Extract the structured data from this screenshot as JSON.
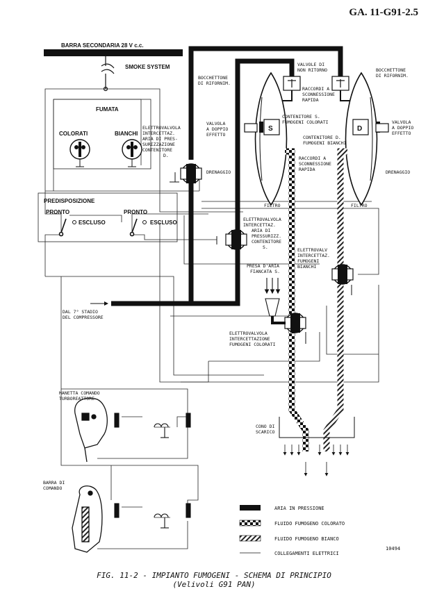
{
  "header": {
    "doc_code": "GA. 11-G91-2.5"
  },
  "labels": {
    "barra_secondaria": "BARRA SECONDARIA 28 V c.c.",
    "smoke_system": "SMOKE SYSTEM",
    "fumata": "FUMATA",
    "colorati": "COLORATI",
    "bianchi": "BIANCHI",
    "predisposizione": "PREDISPOSIZIONE",
    "pronto_1": "PRONTO",
    "escluso_1": "ESCLUSO",
    "pronto_2": "PRONTO",
    "escluso_2": "ESCLUSO",
    "ev_pres_d": [
      "ELETTROVALVOLA",
      "INTERCETTAZ.",
      "ARIA DI PRES-",
      "SURIZZAZIONE",
      "CONTENITORE",
      "D."
    ],
    "valvola_doppio_left": [
      "VALVOLA",
      "A DOPPIO",
      "EFFETTO"
    ],
    "drenaggio_left": "DRENAGGIO",
    "bocchettone_left": [
      "BOCCHETTONE",
      "DI RIFORNIM."
    ],
    "valvole_non_ritorno": [
      "VALVOLE DI",
      "NON RITORNO"
    ],
    "raccordi_top": [
      "RACCORDI A",
      "SCONNESSIONE",
      "RAPIDA"
    ],
    "contenitore_s": [
      "CONTENITORE S.",
      "FUMOGENI COLORATI"
    ],
    "contenitore_d": [
      "CONTENITORE D.",
      "FUMOGENI BIANCHI"
    ],
    "raccordi_bottom": [
      "RACCORDI A",
      "SCONNESSIONE",
      "RAPIDA"
    ],
    "bocchettone_right": [
      "BOCCHETTONE",
      "DI RIFORNIM."
    ],
    "valvola_doppio_right": [
      "VALVOLA",
      "A DOPPIO",
      "EFFETTO"
    ],
    "drenaggio_right": "DRENAGGIO",
    "filtro_left": "FILTRO",
    "filtro_right": "FILTRO",
    "tank_s": "S",
    "tank_d": "D",
    "ev_pres_s": [
      "ELETTROVALVOLA",
      "INTERCETTAZ.",
      "ARIA DI",
      "PRESSURIZZ.",
      "CONTENITORE",
      "S."
    ],
    "ev_bianchi": [
      "ELETTROVALV",
      "INTERCETTAZ.",
      "FUMOGENI",
      "BIANCHI"
    ],
    "presa_aria": [
      "PRESA D'ARIA",
      "FIANCATA S."
    ],
    "compressore": [
      "DAL 7° STADIO",
      "DEL COMPRESSORE"
    ],
    "ev_colorati": [
      "ELETTROVALVOLA",
      "INTERCETTAZIONE",
      "FUMOGENI COLORATI"
    ],
    "manetta": [
      "MANETTA COMANDO",
      "TURBOREATTORE"
    ],
    "cono": [
      "CONO DI",
      "SCARICO"
    ],
    "barra_comando": [
      "BARRA DI",
      "COMANDO"
    ],
    "fig_number": "10494"
  },
  "legend": [
    {
      "label": "ARIA IN PRESSIONE",
      "style": "solid-black"
    },
    {
      "label": "FLUIDO FUMOGENO COLORATO",
      "style": "checkered"
    },
    {
      "label": "FLUIDO FUMOGENO BIANCO",
      "style": "hatched"
    },
    {
      "label": "COLLEGAMENTI ELETTRICI",
      "style": "thin-line"
    }
  ],
  "caption": {
    "title": "FIG. 11-2 - IMPIANTO FUMOGENI - SCHEMA DI PRINCIPIO",
    "subtitle": "(Velivoli G91 PAN)"
  }
}
